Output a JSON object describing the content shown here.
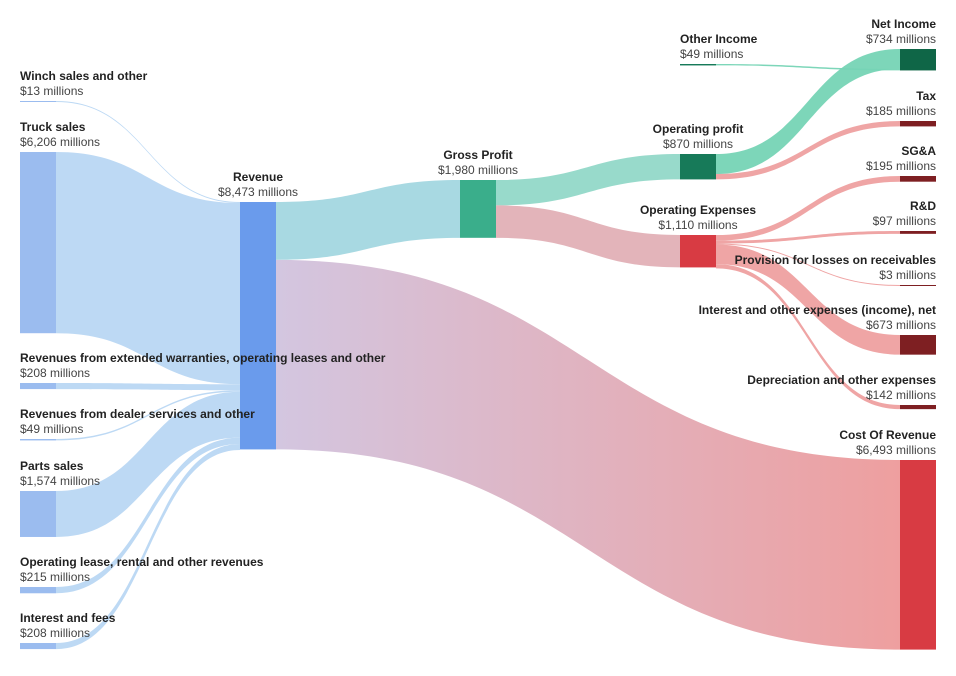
{
  "chart_data": {
    "type": "sankey",
    "unit_suffix": " millions",
    "nodes": [
      {
        "id": "winch",
        "name": "Winch sales and other",
        "value": 13,
        "value_label": "$13 millions",
        "color": "#9bbcef"
      },
      {
        "id": "truck",
        "name": "Truck sales",
        "value": 6206,
        "value_label": "$6,206 millions",
        "color": "#9bbcef"
      },
      {
        "id": "warranties",
        "name": "Revenues from extended warranties, operating leases and other",
        "value": 208,
        "value_label": "$208 millions",
        "color": "#9bbcef"
      },
      {
        "id": "dealer",
        "name": "Revenues from dealer services and other",
        "value": 49,
        "value_label": "$49 millions",
        "color": "#9bbcef"
      },
      {
        "id": "parts",
        "name": "Parts sales",
        "value": 1574,
        "value_label": "$1,574 millions",
        "color": "#9bbcef"
      },
      {
        "id": "oplease",
        "name": "Operating lease, rental and other revenues",
        "value": 215,
        "value_label": "$215 millions",
        "color": "#9bbcef"
      },
      {
        "id": "interest",
        "name": "Interest and fees",
        "value": 208,
        "value_label": "$208 millions",
        "color": "#9bbcef"
      },
      {
        "id": "revenue",
        "name": "Revenue",
        "value": 8473,
        "value_label": "$8,473 millions",
        "color": "#6a9bec"
      },
      {
        "id": "gross",
        "name": "Gross Profit",
        "value": 1980,
        "value_label": "$1,980 millions",
        "color": "#3aae8b"
      },
      {
        "id": "cor",
        "name": "Cost Of Revenue",
        "value": 6493,
        "value_label": "$6,493 millions",
        "color": "#d83b43"
      },
      {
        "id": "opprofit",
        "name": "Operating profit",
        "value": 870,
        "value_label": "$870 millions",
        "color": "#177a59"
      },
      {
        "id": "opex",
        "name": "Operating Expenses",
        "value": 1110,
        "value_label": "$1,110 millions",
        "color": "#d83b43"
      },
      {
        "id": "otherinc",
        "name": "Other Income",
        "value": 49,
        "value_label": "$49 millions",
        "color": "#177a59"
      },
      {
        "id": "netincome",
        "name": "Net Income",
        "value": 734,
        "value_label": "$734 millions",
        "color": "#0f6647"
      },
      {
        "id": "tax",
        "name": "Tax",
        "value": 185,
        "value_label": "$185 millions",
        "color": "#7e1f22"
      },
      {
        "id": "sga",
        "name": "SG&A",
        "value": 195,
        "value_label": "$195 millions",
        "color": "#7e1f22"
      },
      {
        "id": "rd",
        "name": "R&D",
        "value": 97,
        "value_label": "$97 millions",
        "color": "#7e1f22"
      },
      {
        "id": "provision",
        "name": "Provision for losses on receivables",
        "value": 3,
        "value_label": "$3 millions",
        "color": "#7e1f22"
      },
      {
        "id": "interestexp",
        "name": "Interest and other expenses (income), net",
        "value": 673,
        "value_label": "$673 millions",
        "color": "#7e1f22"
      },
      {
        "id": "depreciation",
        "name": "Depreciation and other expenses",
        "value": 142,
        "value_label": "$142 millions",
        "color": "#7e1f22"
      }
    ],
    "links": [
      {
        "source": "winch",
        "target": "revenue",
        "value": 13,
        "color": "#b9d7f3"
      },
      {
        "source": "truck",
        "target": "revenue",
        "value": 6206,
        "color": "#b9d7f3"
      },
      {
        "source": "warranties",
        "target": "revenue",
        "value": 208,
        "color": "#b9d7f3"
      },
      {
        "source": "dealer",
        "target": "revenue",
        "value": 49,
        "color": "#b9d7f3"
      },
      {
        "source": "parts",
        "target": "revenue",
        "value": 1574,
        "color": "#b9d7f3"
      },
      {
        "source": "oplease",
        "target": "revenue",
        "value": 215,
        "color": "#b9d7f3"
      },
      {
        "source": "interest",
        "target": "revenue",
        "value": 208,
        "color": "#b9d7f3"
      },
      {
        "source": "revenue",
        "target": "gross",
        "value": 1980,
        "color": "#a3d7e0"
      },
      {
        "source": "revenue",
        "target": "cor",
        "value": 6493,
        "color_from": "#d3c6e0",
        "color_to": "#ee9f9f"
      },
      {
        "source": "gross",
        "target": "opprofit",
        "value": 870,
        "color": "#92d8c8"
      },
      {
        "source": "gross",
        "target": "opex",
        "value": 1110,
        "color": "#e2b0b6"
      },
      {
        "source": "opprofit",
        "target": "netincome",
        "value": 685,
        "color": "#76d4b5"
      },
      {
        "source": "otherinc",
        "target": "netincome",
        "value": 49,
        "color": "#76d4b5"
      },
      {
        "source": "opprofit",
        "target": "tax",
        "value": 185,
        "color": "#eea0a0"
      },
      {
        "source": "opex",
        "target": "sga",
        "value": 195,
        "color": "#eea0a0"
      },
      {
        "source": "opex",
        "target": "rd",
        "value": 97,
        "color": "#eea0a0"
      },
      {
        "source": "opex",
        "target": "provision",
        "value": 3,
        "color": "#eea0a0"
      },
      {
        "source": "opex",
        "target": "interestexp",
        "value": 673,
        "color": "#eea0a0"
      },
      {
        "source": "opex",
        "target": "depreciation",
        "value": 142,
        "color": "#eea0a0"
      }
    ]
  }
}
